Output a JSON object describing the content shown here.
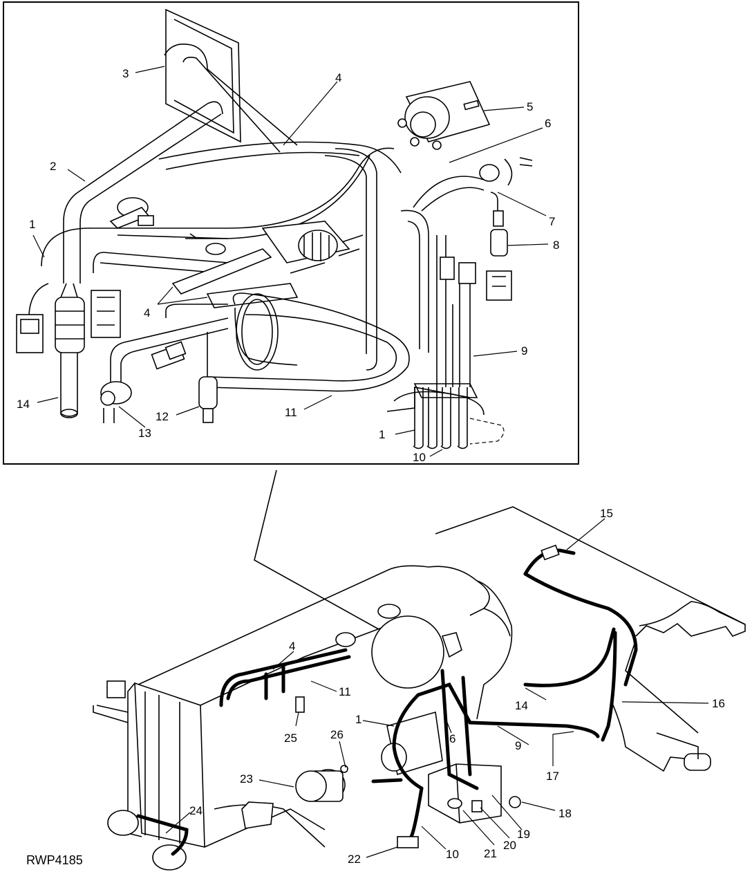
{
  "figure_code": "RWP4185",
  "callouts": {
    "c1": "1",
    "c2": "2",
    "c3": "3",
    "c4": "4",
    "c5": "5",
    "c6": "6",
    "c7": "7",
    "c8": "8",
    "c9": "9",
    "c10": "10",
    "c11": "11",
    "c12": "12",
    "c13": "13",
    "c14": "14",
    "c15": "15",
    "c16": "16",
    "c17": "17",
    "c18": "18",
    "c19": "19",
    "c20": "20",
    "c21": "21",
    "c22": "22",
    "c23": "23",
    "c24": "24",
    "c25": "25",
    "c26": "26"
  }
}
